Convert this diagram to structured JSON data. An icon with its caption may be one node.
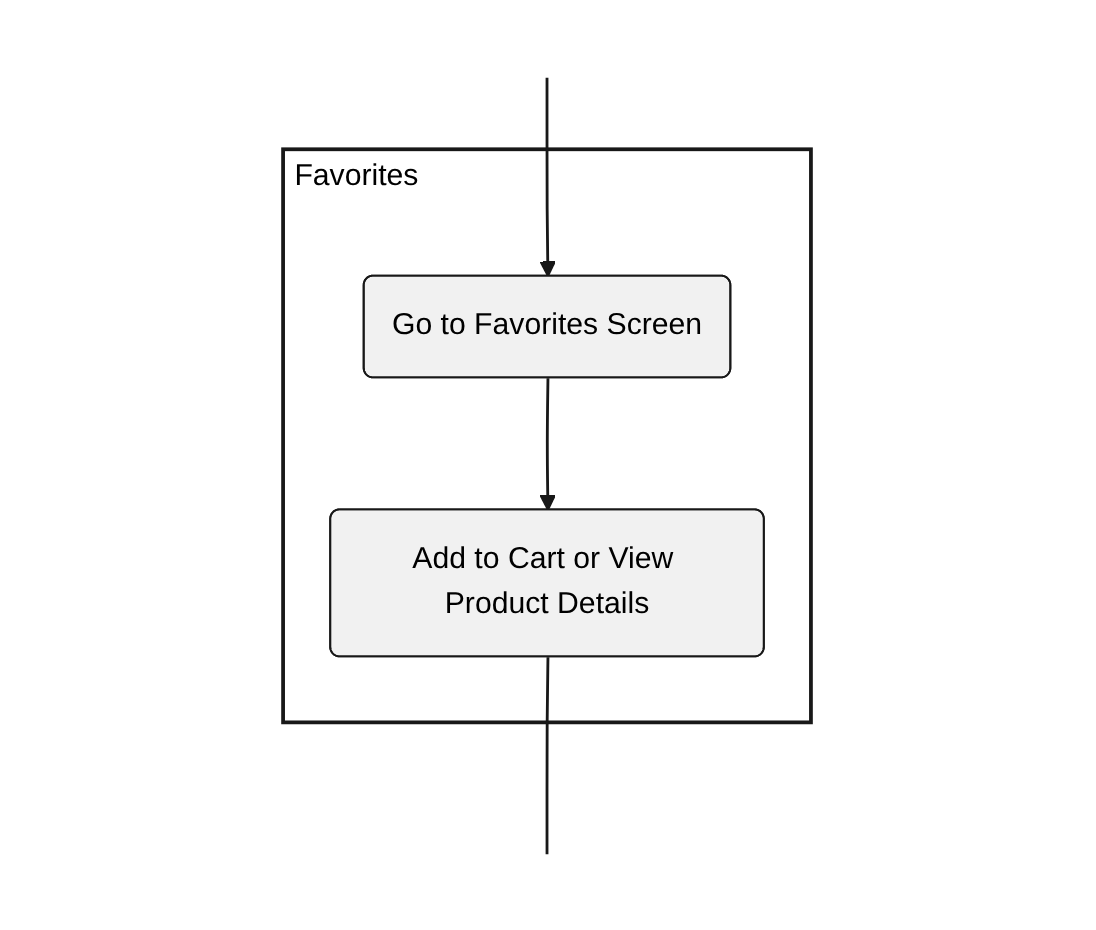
{
  "diagram": {
    "nodes": [
      {
        "text": [
          "Favorites"
        ]
      },
      {
        "text": [
          "Go to Favorites Screen"
        ],
        "in": 0
      },
      {
        "text": [
          "Add to Cart or View Product Details"
        ],
        "in": 0
      }
    ],
    "edges": [
      {
        "from": null,
        "to": 1,
        "arrow": "to"
      },
      {
        "from": 1,
        "to": 2,
        "arrow": "to"
      },
      {
        "from": 2,
        "to": null,
        "arrow": "none"
      }
    ]
  }
}
